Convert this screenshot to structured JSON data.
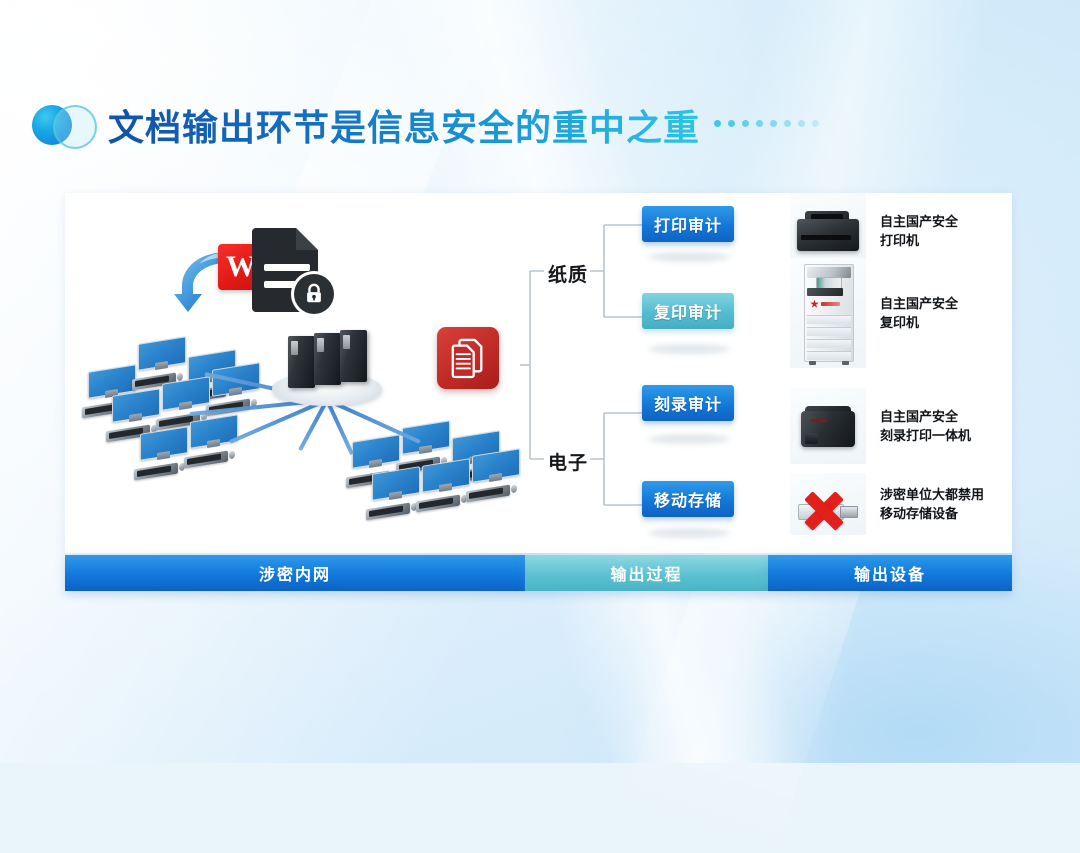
{
  "header": {
    "title": "文档输出环节是信息安全的重中之重",
    "logo_icon": "two-circles-icon",
    "dot_count": 8,
    "accent_start": "#1152a8",
    "accent_end": "#2ec4e6"
  },
  "diagram": {
    "source_zone": {
      "doc_graphic": {
        "arrow_icon": "blue-curved-arrow-icon",
        "wps_logo_letter": "W",
        "wps_color": "#e31b16",
        "document_icon": "document-icon",
        "lock_icon": "lock-icon"
      },
      "server_icon": "server-stack-icon",
      "server_tower_count": 3,
      "red_doc_icon": "red-documents-icon",
      "monitor_count_left": 8,
      "monitor_count_right": 6
    },
    "branches": [
      {
        "label": "纸质",
        "name": "branch-paper"
      },
      {
        "label": "电子",
        "name": "branch-electronic"
      }
    ],
    "chips": [
      {
        "label": "打印审计",
        "style": "blue",
        "name": "chip-print-audit"
      },
      {
        "label": "复印审计",
        "style": "teal",
        "name": "chip-copy-audit"
      },
      {
        "label": "刻录审计",
        "style": "blue",
        "name": "chip-burn-audit"
      },
      {
        "label": "移动存储",
        "style": "blue",
        "name": "chip-removable-storage"
      }
    ],
    "devices": [
      {
        "line1": "自主国产安全",
        "line2": "打印机",
        "icon": "printer-icon",
        "name": "device-printer"
      },
      {
        "line1": "自主国产安全",
        "line2": "复印机",
        "icon": "copier-icon",
        "name": "device-copier"
      },
      {
        "line1": "自主国产安全",
        "line2": "刻录打印一体机",
        "icon": "burner-printer-icon",
        "name": "device-burner"
      },
      {
        "line1": "涉密单位大都禁用",
        "line2": "移动存储设备",
        "icon": "usb-forbidden-icon",
        "name": "device-usb-forbidden"
      }
    ]
  },
  "legend": [
    {
      "label": "涉密内网",
      "color": "#1179dc",
      "name": "legend-internal-network"
    },
    {
      "label": "输出过程",
      "color": "#5cc2d2",
      "name": "legend-output-process"
    },
    {
      "label": "输出设备",
      "color": "#1179dc",
      "name": "legend-output-device"
    }
  ]
}
